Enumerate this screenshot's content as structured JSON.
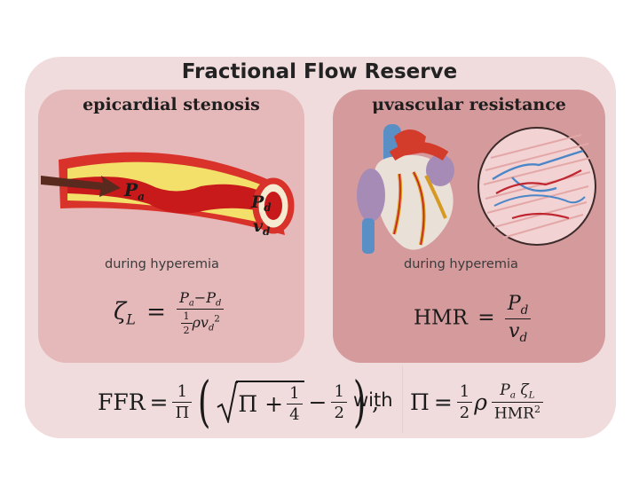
{
  "title": "Fractional Flow Reserve",
  "left_panel": {
    "heading": "epicardial stenosis",
    "condition": "during  hyperemia",
    "vessel_labels": {
      "pa": "P",
      "pa_sub": "a",
      "pd": "P",
      "pd_sub": "d",
      "vd": "v",
      "vd_sub": "d"
    },
    "formula": {
      "lhs_var": "ζ",
      "lhs_sub": "L",
      "eq": "=",
      "num_a": "P",
      "num_a_sub": "a",
      "minus": "−",
      "num_b": "P",
      "num_b_sub": "d",
      "den_half_num": "1",
      "den_half_den": "2",
      "den_rho": "ρ",
      "den_v": "v",
      "den_v_sub": "d",
      "den_sup": "2"
    }
  },
  "right_panel": {
    "heading": "μvascular resistance",
    "condition": "during  hyperemia",
    "formula": {
      "lhs": "HMR",
      "eq": "=",
      "num": "P",
      "num_sub": "d",
      "den": "v",
      "den_sub": "d"
    }
  },
  "bottom": {
    "ffr": {
      "lhs": "FFR",
      "eq": "=",
      "one": "1",
      "pi": "Π",
      "inner": "Π +",
      "quarter_num": "1",
      "quarter_den": "4",
      "minus": "−",
      "half_num": "1",
      "half_den": "2",
      "comma": ","
    },
    "with_label": "with",
    "pi_def": {
      "lhs": "Π",
      "eq": "=",
      "half_num": "1",
      "half_den": "2",
      "rho": "ρ",
      "num_p": "P",
      "num_p_sub": "a",
      "num_zeta": "ζ",
      "num_zeta_sub": "L",
      "den": "HMR",
      "den_sup": "2"
    }
  },
  "colors": {
    "outer_bg": "#f1dcdd",
    "left_panel_bg": "#e5b8ba",
    "right_panel_bg": "#d59a9c",
    "vessel_wall": "#d8322a",
    "plaque": "#f4e36a",
    "blood": "#c8191b",
    "arrow": "#5a2a1e"
  }
}
